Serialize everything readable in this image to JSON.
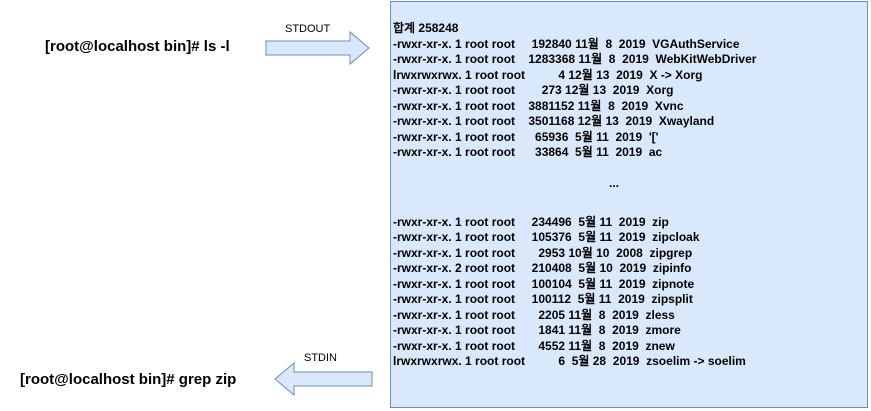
{
  "commands": {
    "top": "[root@localhost bin]# ls -l",
    "bottom": "[root@localhost bin]# grep zip"
  },
  "arrows": {
    "stdout_label": "STDOUT",
    "stdin_label": "STDIN",
    "fill": "#dae8fc",
    "stroke": "#6c8ebf"
  },
  "terminal": {
    "background": "#dae8fc",
    "border": "#6c8ebf",
    "total": "합계 258248",
    "lines_before": [
      "-rwxr-xr-x. 1 root root     192840 11월  8  2019  VGAuthService",
      "-rwxr-xr-x. 1 root root    1283368 11월  8  2019  WebKitWebDriver",
      "lrwxrwxrwx. 1 root root          4 12월 13  2019  X -> Xorg",
      "-rwxr-xr-x. 1 root root        273 12월 13  2019  Xorg",
      "-rwxr-xr-x. 1 root root    3881152 11월  8  2019  Xvnc",
      "-rwxr-xr-x. 1 root root    3501168 12월 13  2019  Xwayland",
      "-rwxr-xr-x. 1 root root      65936  5월 11  2019  '['",
      "-rwxr-xr-x. 1 root root      33864  5월 11  2019  ac"
    ],
    "ellipsis": "...",
    "lines_after": [
      "-rwxr-xr-x. 1 root root     234496  5월 11  2019  zip",
      "-rwxr-xr-x. 1 root root     105376  5월 11  2019  zipcloak",
      "-rwxr-xr-x. 1 root root       2953 10월 10  2008  zipgrep",
      "-rwxr-xr-x. 2 root root     210408  5월 10  2019  zipinfo",
      "-rwxr-xr-x. 1 root root     100104  5월 11  2019  zipnote",
      "-rwxr-xr-x. 1 root root     100112  5월 11  2019  zipsplit",
      "-rwxr-xr-x. 1 root root       2205 11월  8  2019  zless",
      "-rwxr-xr-x. 1 root root       1841 11월  8  2019  zmore",
      "-rwxr-xr-x. 1 root root       4552 11월  8  2019  znew",
      "lrwxrwxrwx. 1 root root          6  5월 28  2019  zsoelim -> soelim"
    ]
  }
}
